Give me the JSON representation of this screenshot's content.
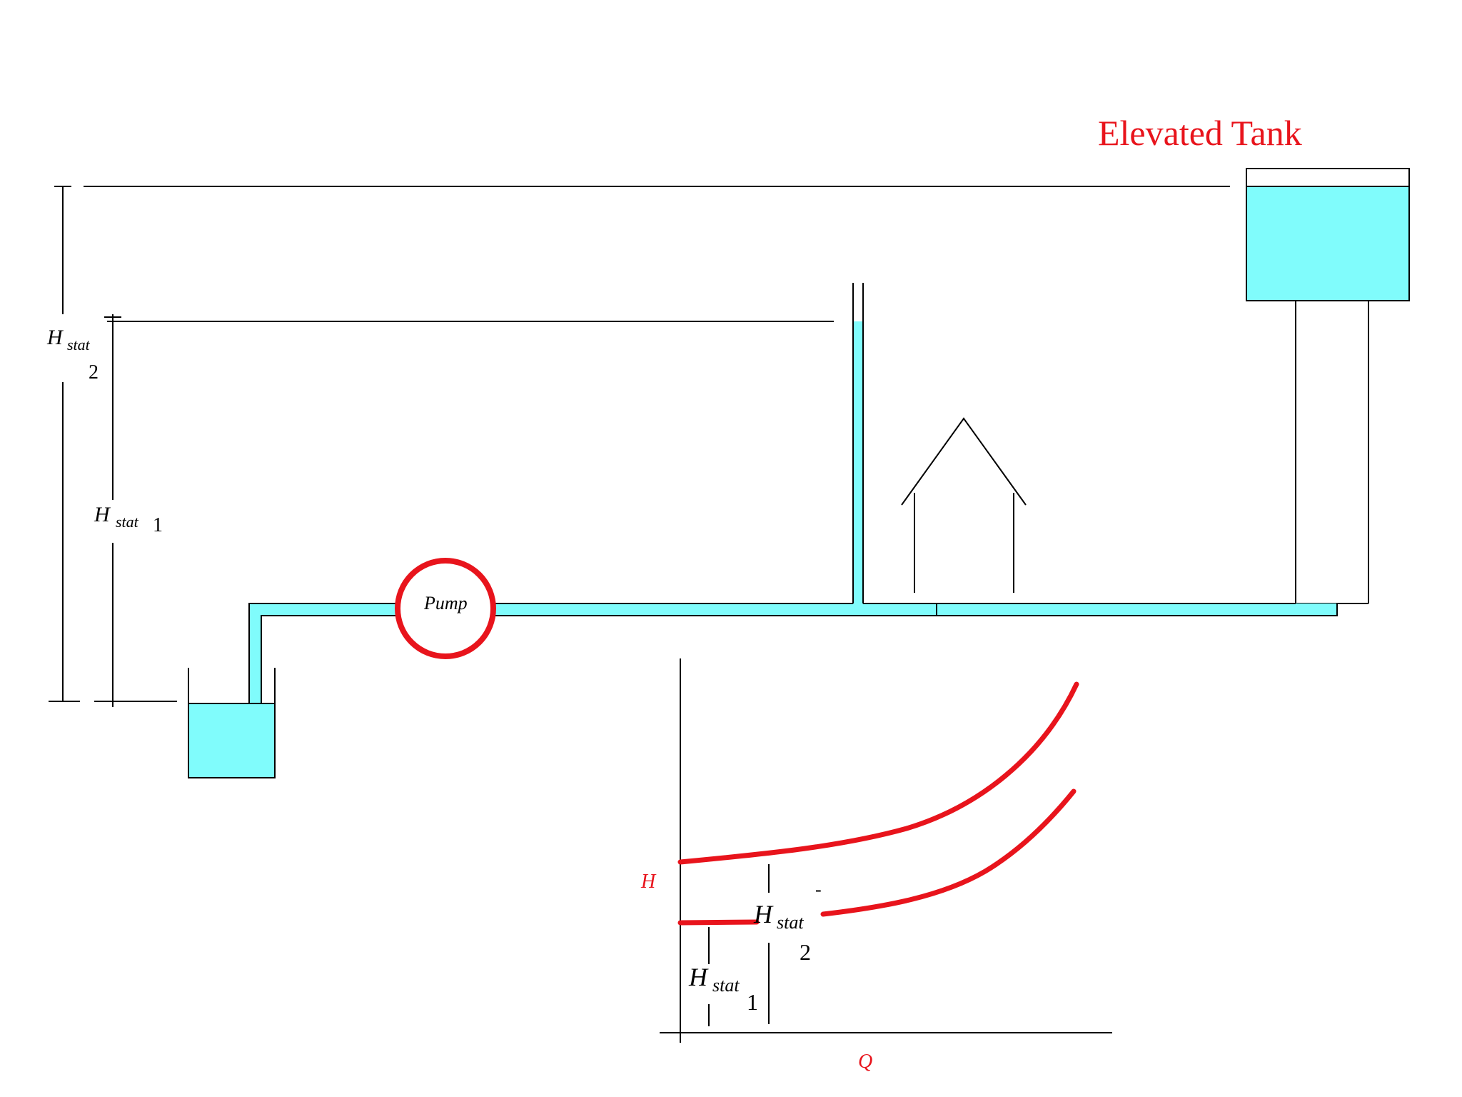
{
  "title": "Elevated Tank",
  "pump_label": "Pump",
  "static_head_1": {
    "symbol": "H",
    "subscript": "stat",
    "index": "1"
  },
  "static_head_2": {
    "symbol": "H",
    "subscript": "stat",
    "index": "2"
  },
  "graph": {
    "y_axis_label": "H",
    "x_axis_label": "Q",
    "tick_mark": "-"
  },
  "colors": {
    "water": "#80fcfc",
    "curve": "#e8141c",
    "pump_ring": "#e8141c",
    "line": "#000000",
    "title": "#e8141c"
  },
  "icons": {
    "pump": "pump-circle-icon",
    "house": "house-outline-icon"
  }
}
